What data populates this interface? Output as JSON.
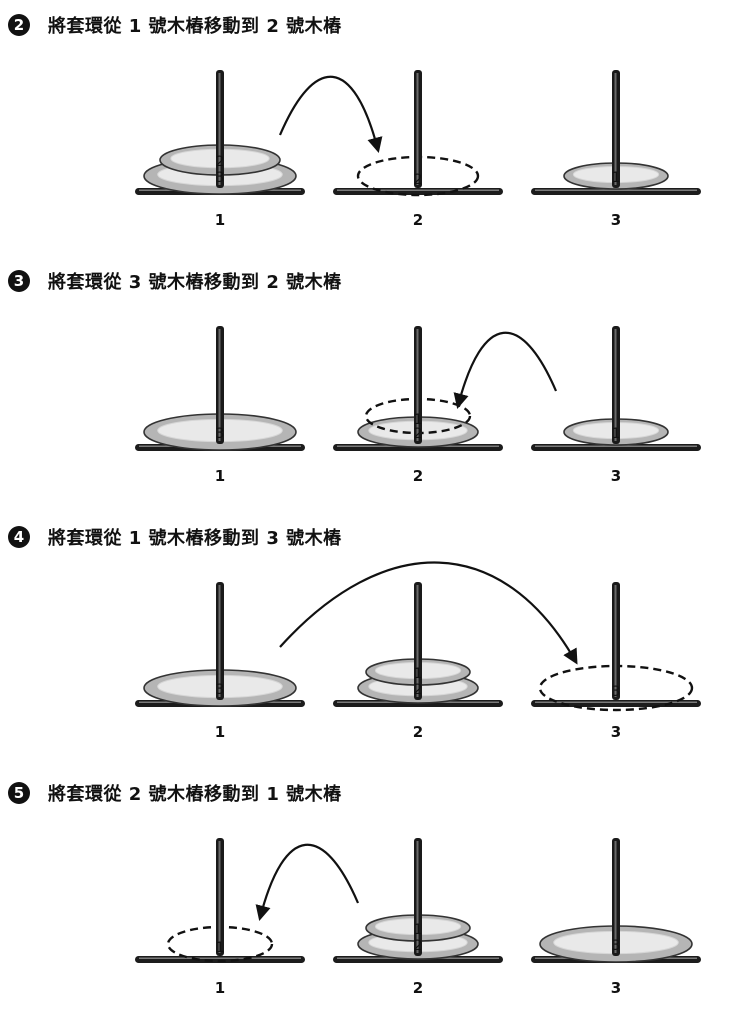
{
  "steps": [
    {
      "badge": "2",
      "title": "將套環從 1 號木樁移動到 2 號木樁",
      "peg_labels": [
        "1",
        "2",
        "3"
      ],
      "stacks": [
        [
          "3",
          "2"
        ],
        [],
        [
          "1"
        ]
      ],
      "ghost": {
        "peg": 1,
        "label": "2",
        "size": "2",
        "level": 0
      },
      "arrow": {
        "from": 0,
        "to": 1
      }
    },
    {
      "badge": "3",
      "title": "將套環從 3 號木樁移動到 2 號木樁",
      "peg_labels": [
        "1",
        "2",
        "3"
      ],
      "stacks": [
        [
          "3"
        ],
        [
          "2"
        ],
        [
          "1"
        ]
      ],
      "ghost": {
        "peg": 1,
        "label": "1",
        "size": "1",
        "level": 1
      },
      "arrow": {
        "from": 2,
        "to": 1
      }
    },
    {
      "badge": "4",
      "title": "將套環從 1 號木樁移動到 3 號木樁",
      "peg_labels": [
        "1",
        "2",
        "3"
      ],
      "stacks": [
        [
          "3"
        ],
        [
          "2",
          "1"
        ],
        []
      ],
      "ghost": {
        "peg": 2,
        "label": "3",
        "size": "3",
        "level": 0
      },
      "arrow": {
        "from": 0,
        "to": 2
      }
    },
    {
      "badge": "5",
      "title": "將套環從 2 號木樁移動到 1 號木樁",
      "peg_labels": [
        "1",
        "2",
        "3"
      ],
      "stacks": [
        [],
        [
          "2",
          "1"
        ],
        [
          "3"
        ]
      ],
      "ghost": {
        "peg": 0,
        "label": "1",
        "size": "1",
        "level": 0
      },
      "arrow": {
        "from": 1,
        "to": 0
      }
    }
  ]
}
